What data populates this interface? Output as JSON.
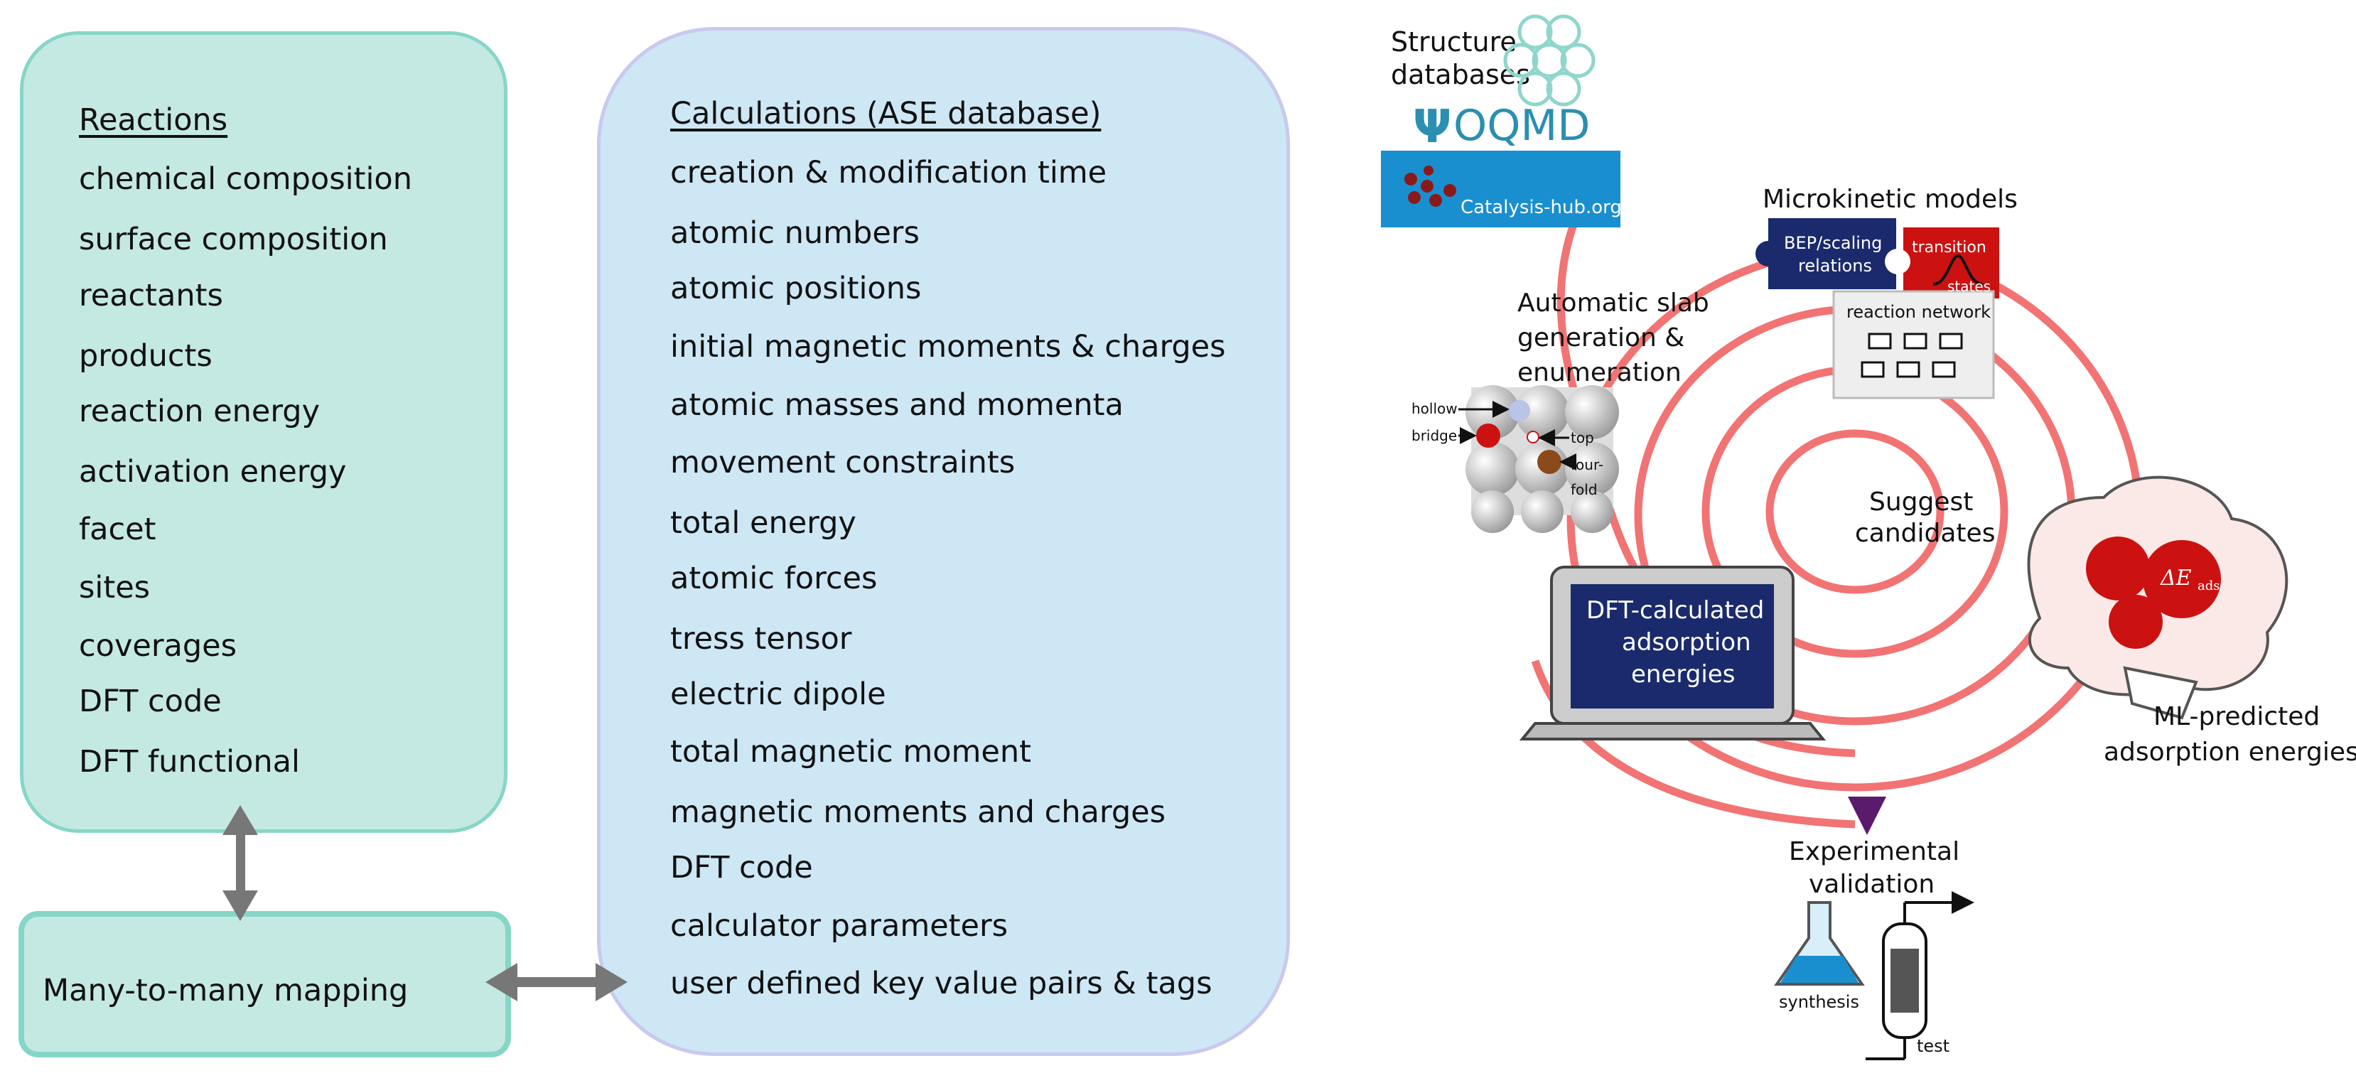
{
  "reactions": {
    "heading": "Reactions",
    "items": [
      "chemical composition",
      "surface composition",
      "reactants",
      "products",
      "reaction energy",
      "activation energy",
      "facet",
      "sites",
      "coverages",
      "DFT code",
      "DFT functional"
    ]
  },
  "calculations": {
    "heading": "Calculations (ASE database)",
    "items": [
      "creation & modification time",
      "atomic numbers",
      "atomic positions",
      "initial magnetic moments & charges",
      "atomic masses and momenta",
      "movement constraints",
      "total energy",
      "atomic forces",
      "tress tensor",
      "electric dipole",
      "total magnetic moment",
      "magnetic moments and charges",
      "DFT code",
      "calculator parameters",
      "user defined key value pairs & tags"
    ]
  },
  "mapping": {
    "label": "Many-to-many mapping"
  },
  "workflow": {
    "structure_databases": [
      "Structure",
      "databases"
    ],
    "oqmd_logo": "OQMD",
    "catalysis_hub_logo": "Catalysis-hub.org",
    "slab_generation": [
      "Automatic slab",
      "generation &",
      "enumeration"
    ],
    "site_labels": [
      "hollow",
      "bridge",
      "top",
      "four-",
      "fold"
    ],
    "microkinetic_models": "Microkinetic models",
    "bep_scaling": [
      "BEP/scaling",
      "relations"
    ],
    "transition_states": [
      "transition",
      "states"
    ],
    "reaction_network": "reaction network",
    "suggest_candidates": [
      "Suggest",
      "candidates"
    ],
    "dft_calculated": [
      "DFT-calculated",
      "adsorption",
      "energies"
    ],
    "delta_e": "ΔE",
    "delta_e_sub": "ads",
    "ml_predicted": [
      "ML-predicted",
      "adsorption energies"
    ],
    "experimental_validation": [
      "Experimental",
      "validation"
    ],
    "synthesis": "synthesis",
    "test": "test"
  },
  "colors": {
    "teal_fill": "#c4e9e2",
    "teal_border": "#86d6c7",
    "blue_fill": "#cde7f5",
    "blue_border": "#c9c9ef",
    "arrow_gray": "#777777",
    "spiral_red": "#ee4444",
    "navy": "#1a2a6c",
    "hub_blue": "#1a8fd0",
    "purple": "#5a1a6e"
  },
  "icons": [
    "oqmd-psi-icon",
    "molecule-network-icon",
    "slab-surface-icon",
    "laptop-icon",
    "brain-icon",
    "flask-icon",
    "reactor-icon",
    "puzzle-piece-icon"
  ]
}
